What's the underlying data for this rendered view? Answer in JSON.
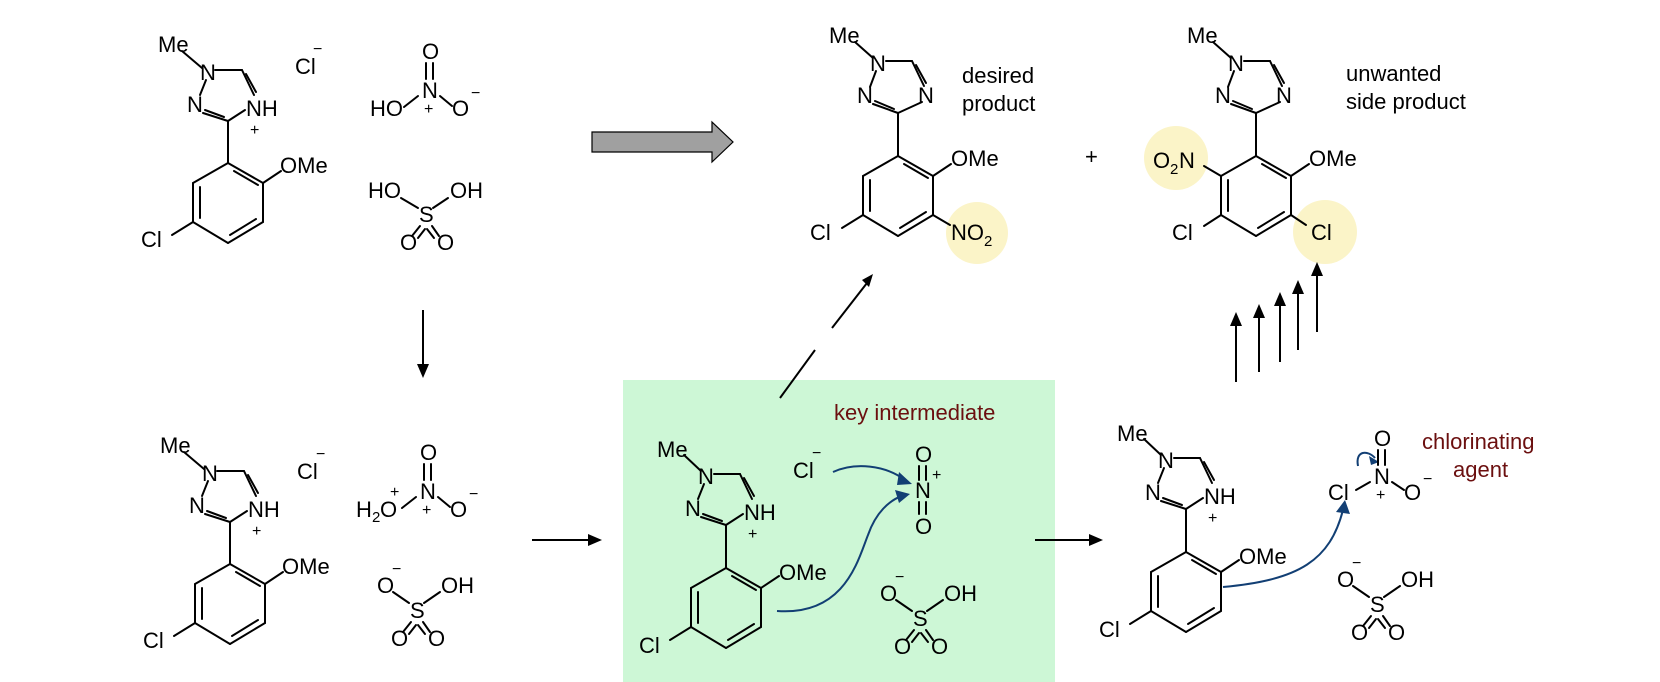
{
  "labels": {
    "desired_product": [
      "desired",
      "product"
    ],
    "unwanted_side_product": [
      "unwanted",
      "side product"
    ],
    "key_intermediate": "key intermediate",
    "chlorinating_agent": [
      "chlorinating",
      "agent"
    ],
    "plus": "+"
  },
  "atoms": {
    "me": "Me",
    "n": "N",
    "nh": "NH",
    "cl": "Cl",
    "ome": "OMe",
    "o": "O",
    "ho": "HO",
    "h2o_h": "H",
    "h2o_o": "O",
    "sub2": "2",
    "oh": "OH",
    "s": "S",
    "no2_n": "NO",
    "o2n_o": "O",
    "o2n_n": "N",
    "plus_charge": "+",
    "minus_charge": "−"
  },
  "colors": {
    "key_box": "#cdf7d6",
    "highlight": "#fbf4c8",
    "mechanism_arrow": "#123f74",
    "annotation_text": "#6b0f0f",
    "big_arrow_fill": "#a0a0a0"
  }
}
